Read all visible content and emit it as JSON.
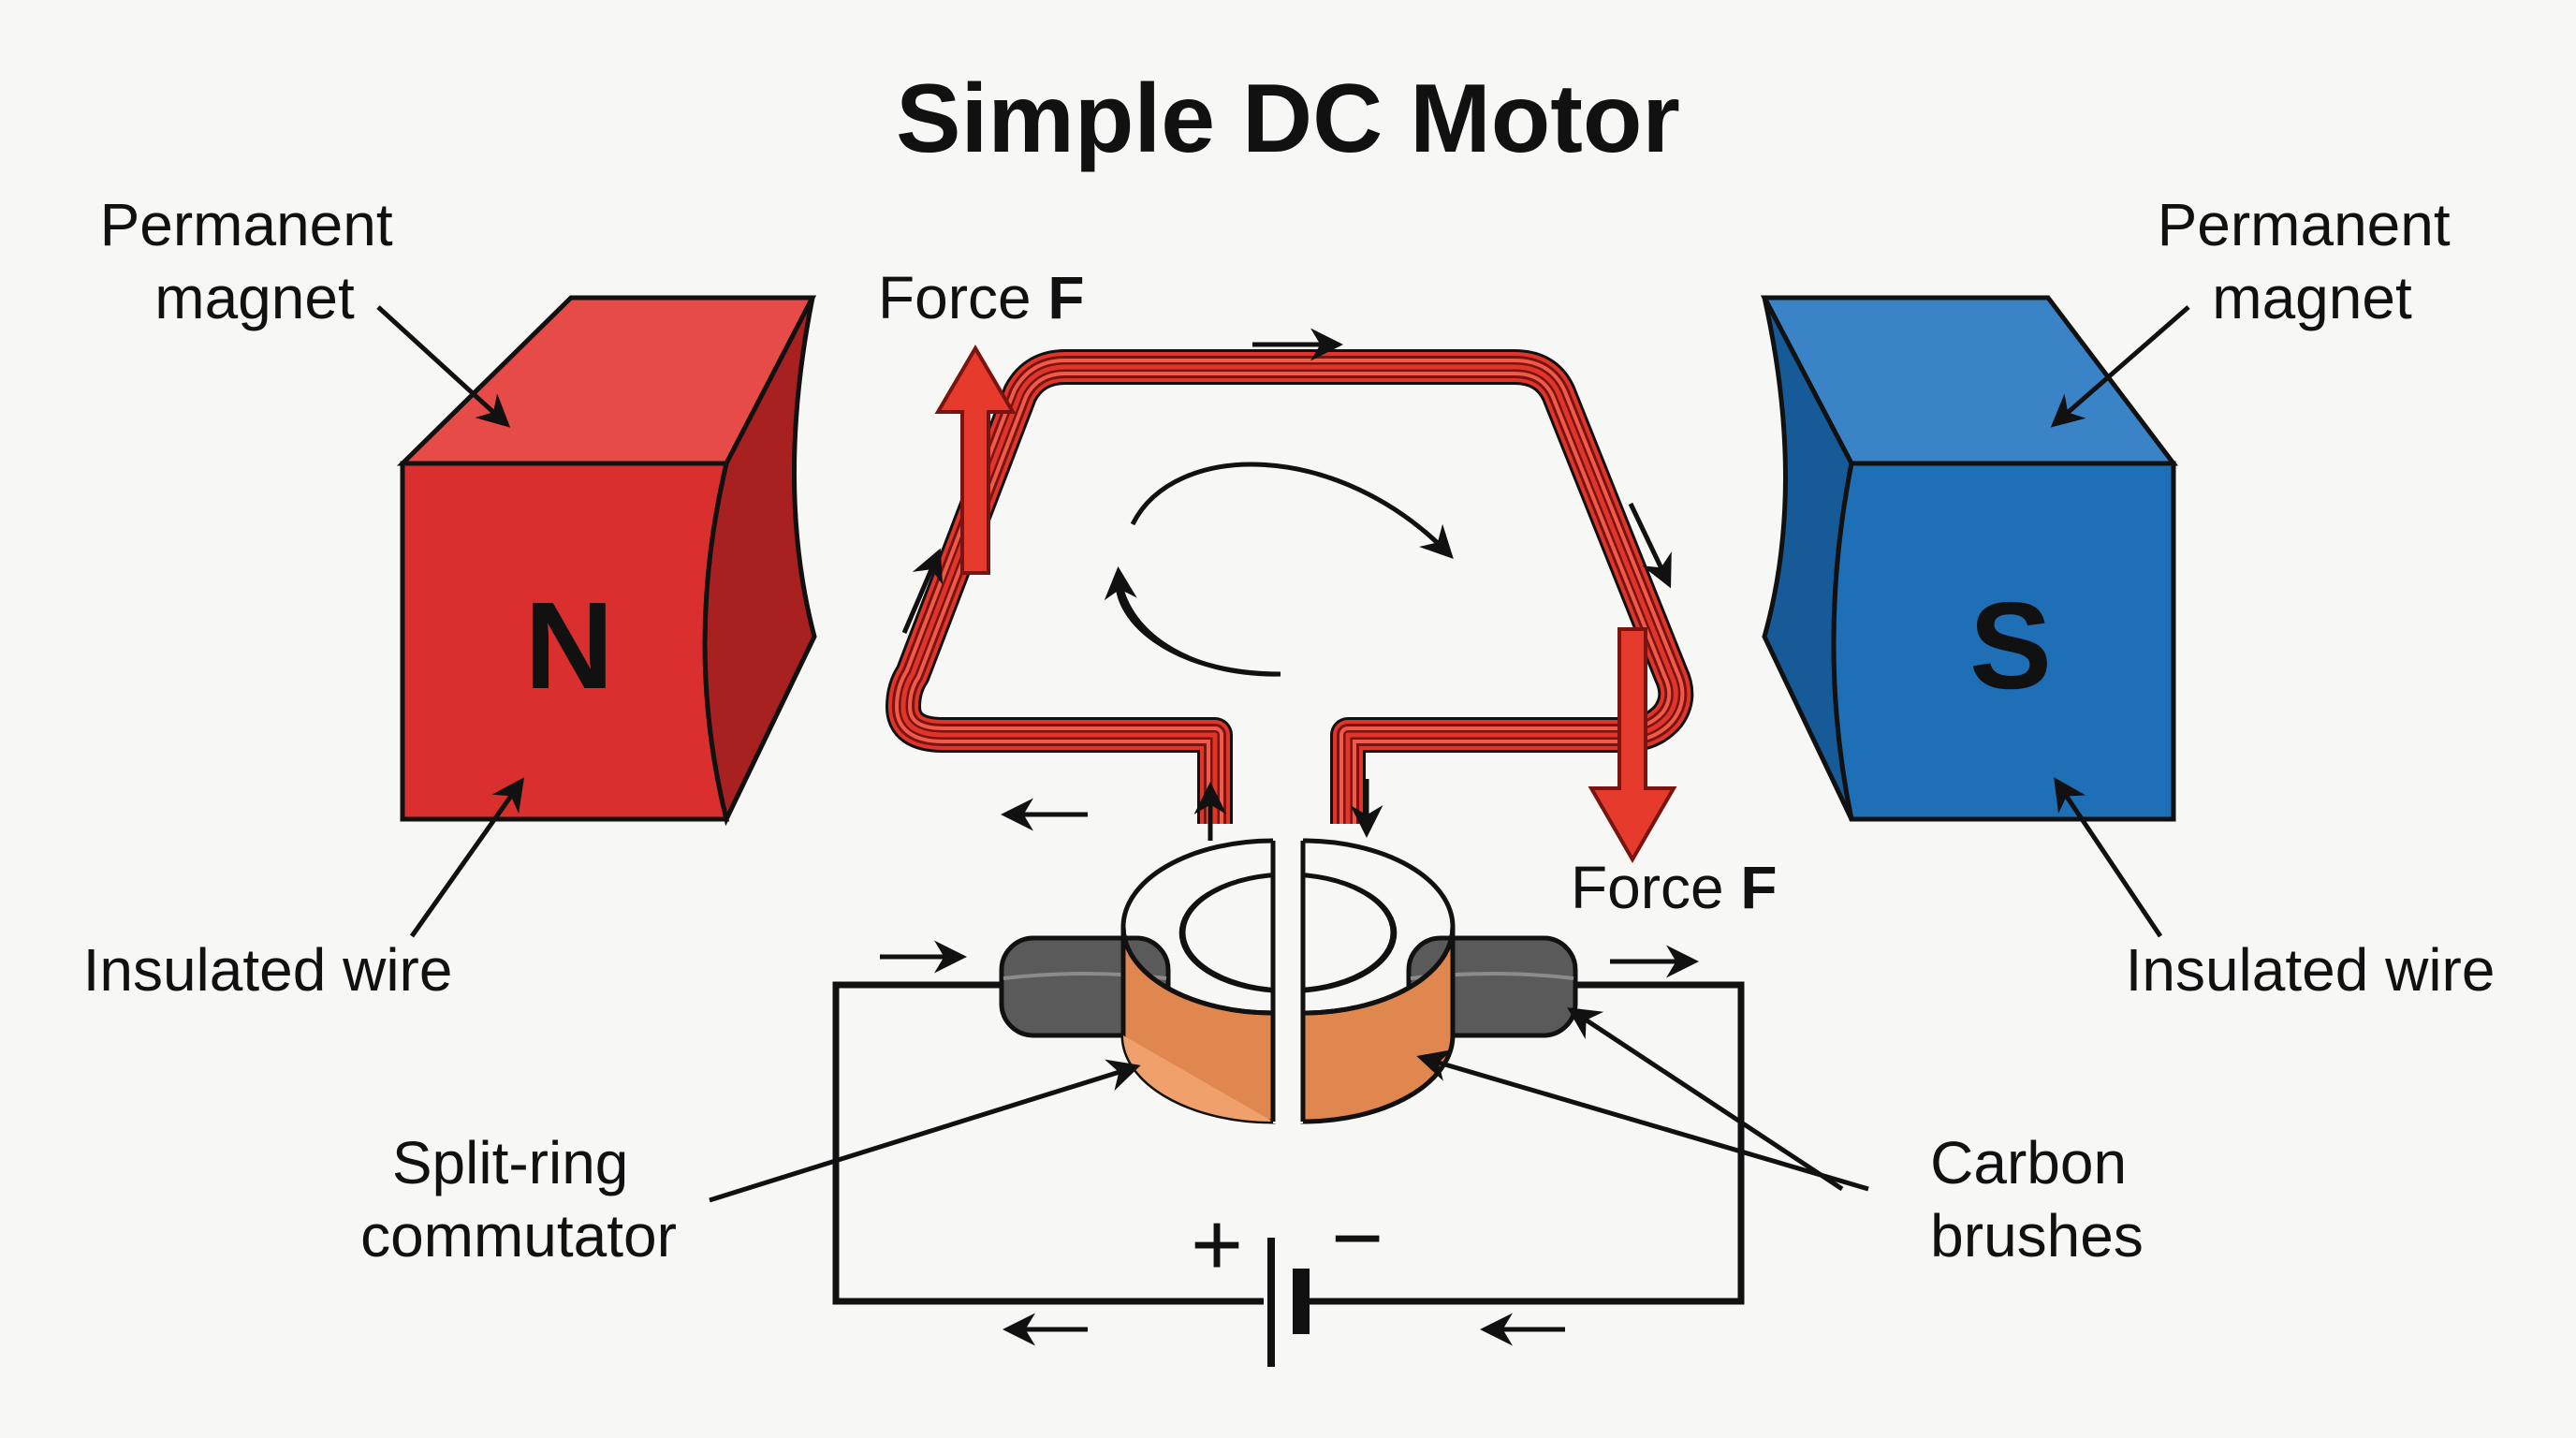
{
  "title": "Simple DC Motor",
  "labels": {
    "left_magnet": [
      "Permanent",
      "magnet"
    ],
    "right_magnet": [
      "Permanent",
      "magnet"
    ],
    "left_wire": "Insulated wire",
    "right_wire": "Insulated wire",
    "commutator": [
      "Split-ring",
      "commutator"
    ],
    "brushes": [
      "Carbon",
      "brushes"
    ],
    "force_top": {
      "prefix": "Force ",
      "symbol": "F"
    },
    "force_bottom": {
      "prefix": "Force ",
      "symbol": "F"
    }
  },
  "poles": {
    "north": "N",
    "south": "S"
  },
  "battery": {
    "positive": "+",
    "negative": "−"
  },
  "colors": {
    "north_magnet": "#d9302f",
    "south_magnet": "#1f6fb7",
    "coil": "#e0352b",
    "commutator": "#e0874f",
    "brush": "#5a5a5a",
    "force_arrow": "#e53a2c"
  }
}
